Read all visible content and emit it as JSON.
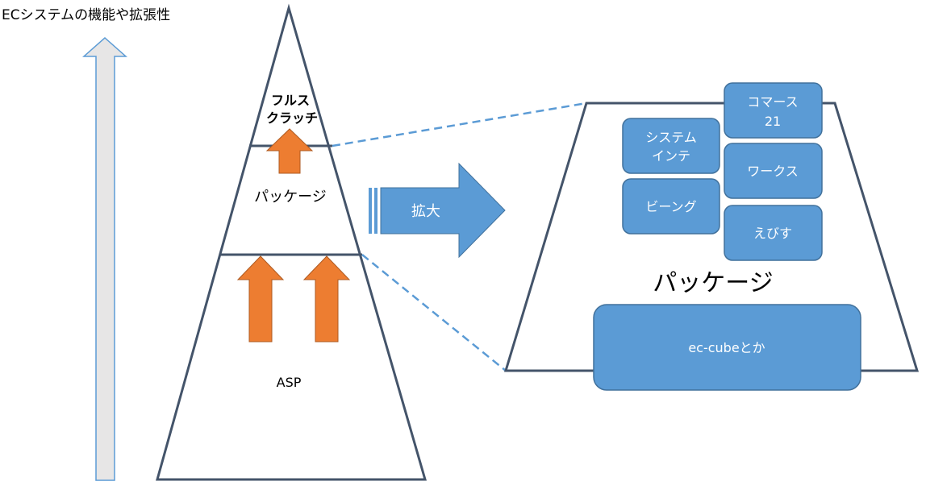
{
  "axis": {
    "label": "ECシステムの機能や拡張性"
  },
  "pyramid": {
    "top_label_line1": "フルス",
    "top_label_line2": "クラッチ",
    "middle_label": "パッケージ",
    "bottom_label": "ASP"
  },
  "expand_arrow": {
    "label": "拡大"
  },
  "zoom": {
    "title": "パッケージ",
    "boxes": [
      {
        "lines": [
          "システム",
          "インテ"
        ]
      },
      {
        "lines": [
          "コマース",
          "21"
        ]
      },
      {
        "lines": [
          "ビーング"
        ]
      },
      {
        "lines": [
          "ワークス"
        ]
      },
      {
        "lines": [
          "えびす"
        ]
      }
    ],
    "base_box": "ec-cubeとか"
  },
  "colors": {
    "box_fill": "#5b9bd5",
    "box_stroke": "#41719c",
    "arrow_orange": "#ed7d31",
    "outline": "#44546a",
    "axis_fill": "#e7e6e6",
    "axis_stroke": "#5b9bd5",
    "dash": "#5b9bd5"
  }
}
